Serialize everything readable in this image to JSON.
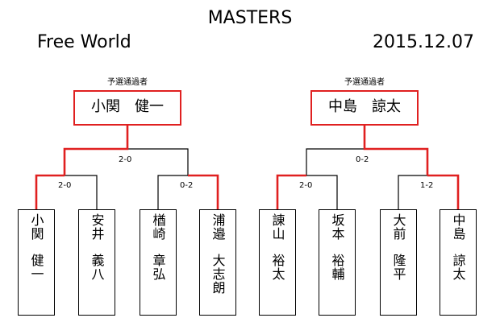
{
  "header": {
    "title": "MASTERS",
    "event": "Free World",
    "date": "2015.12.07"
  },
  "brackets": [
    {
      "qualifier_label": "予選通過者",
      "winner": "小関　健一",
      "final_score": "2-0",
      "semis": [
        {
          "score": "2-0",
          "players": [
            {
              "surname": "小関",
              "given": "健一"
            },
            {
              "surname": "安井",
              "given": "義八"
            }
          ]
        },
        {
          "score": "0-2",
          "players": [
            {
              "surname": "楢崎",
              "given": "章弘"
            },
            {
              "surname": "浦邉",
              "given": "大志朗"
            }
          ]
        }
      ]
    },
    {
      "qualifier_label": "予選通過者",
      "winner": "中島　諒太",
      "final_score": "0-2",
      "semis": [
        {
          "score": "2-0",
          "players": [
            {
              "surname": "諌山",
              "given": "裕太"
            },
            {
              "surname": "坂本",
              "given": "裕輔"
            }
          ]
        },
        {
          "score": "1-2",
          "players": [
            {
              "surname": "大前",
              "given": "隆平"
            },
            {
              "surname": "中島",
              "given": "諒太"
            }
          ]
        }
      ]
    }
  ],
  "colors": {
    "win_path": "#e02020",
    "loss_path": "#000000"
  }
}
